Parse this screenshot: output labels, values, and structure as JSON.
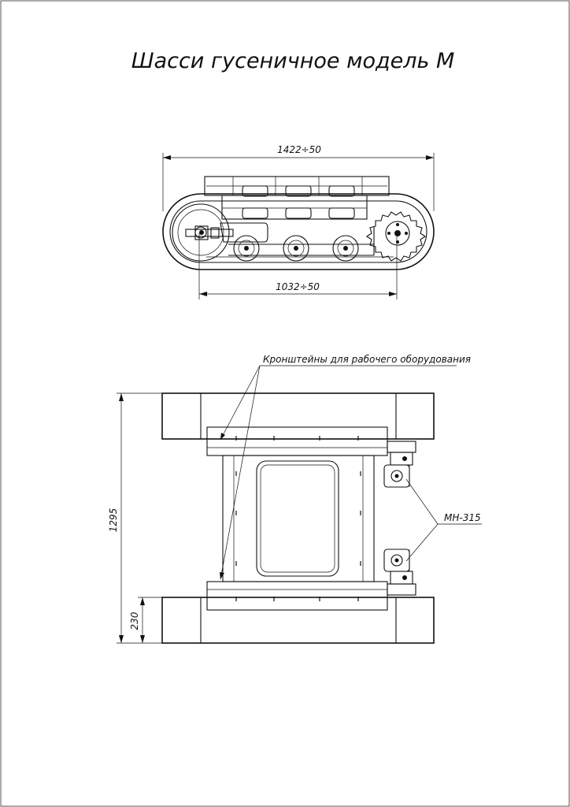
{
  "title": "Шасси гусеничное модель М",
  "side_view": {
    "overall_length": "1422÷50",
    "wheelbase": "1032÷50"
  },
  "top_view": {
    "bracket_label": "Кронштейны для рабочего оборудования",
    "motor_label": "МН-315",
    "overall_width": "1295",
    "track_width": "230"
  }
}
